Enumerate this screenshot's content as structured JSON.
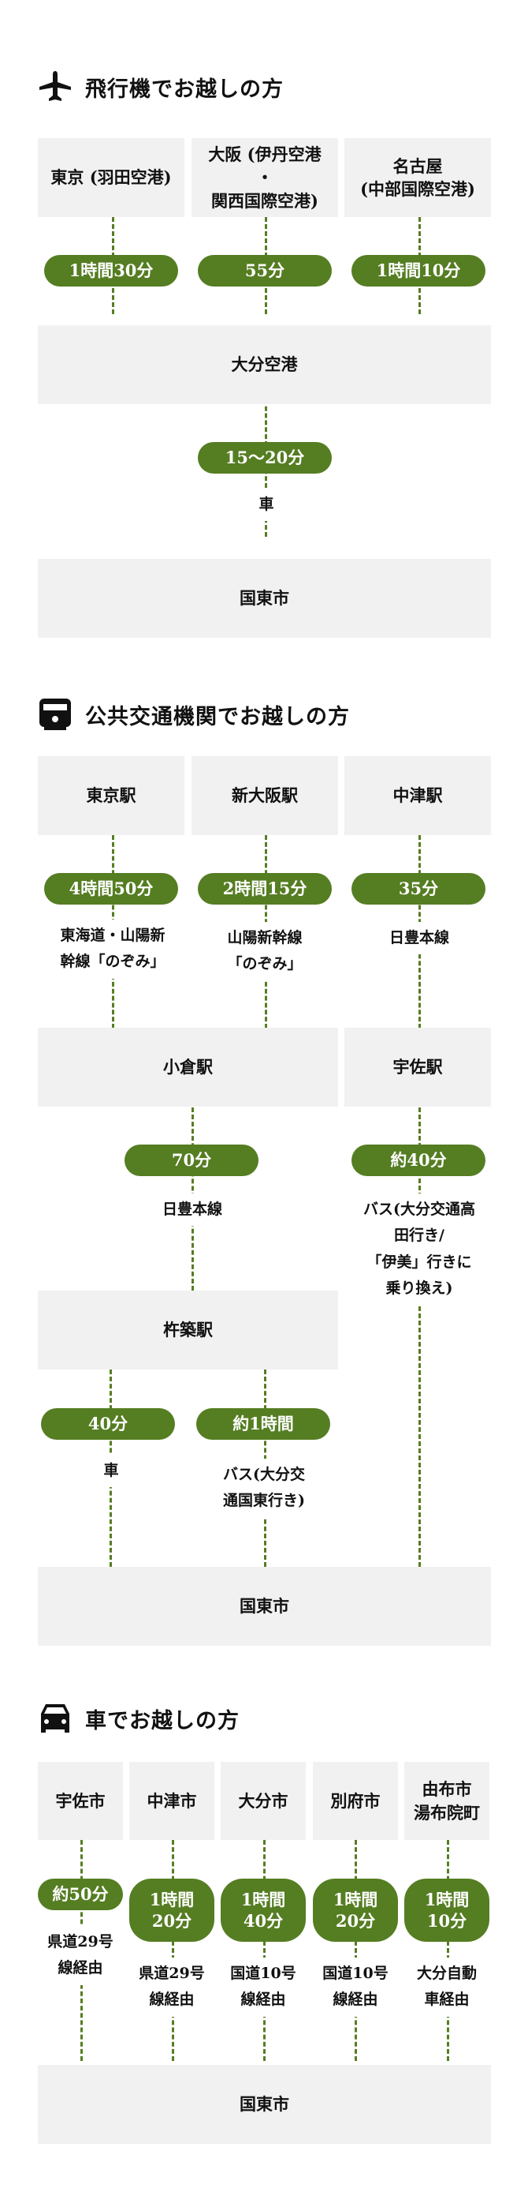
{
  "colors": {
    "accent": "#557d22",
    "box_bg": "#f1f1f1",
    "text": "#111111"
  },
  "airplane": {
    "icon": "airplane-icon",
    "title": "飛行機でお越しの方",
    "origins": [
      {
        "name": "東京 (羽田空港)",
        "duration": "1時間30分"
      },
      {
        "name": "大阪 (伊丹空港\n・\n関西国際空港)",
        "duration": "55分"
      },
      {
        "name": "名古屋\n(中部国際空港)",
        "duration": "1時間10分"
      }
    ],
    "hub": "大分空港",
    "hub_leg": {
      "duration": "15〜20分",
      "mode": "車"
    },
    "destination": "国東市"
  },
  "transit": {
    "icon": "train-icon",
    "title": "公共交通機関でお越しの方",
    "origins": [
      {
        "name": "東京駅",
        "duration": "4時間50分",
        "route": "東海道・山陽新\n幹線「のぞみ」"
      },
      {
        "name": "新大阪駅",
        "duration": "2時間15分",
        "route": "山陽新幹線\n「のぞみ」"
      },
      {
        "name": "中津駅",
        "duration": "35分",
        "route": "日豊本線"
      }
    ],
    "kokura": {
      "name": "小倉駅",
      "duration": "70分",
      "route": "日豊本線"
    },
    "usa": {
      "name": "宇佐駅",
      "duration": "約40分",
      "route": "バス(大分交通高\n田行き/\n「伊美」行きに\n乗り換え)"
    },
    "kitsuki": {
      "name": "杵築駅",
      "legs": [
        {
          "duration": "40分",
          "route": "車"
        },
        {
          "duration": "約1時間",
          "route": "バス(大分交\n通国東行き)"
        }
      ]
    },
    "destination": "国東市"
  },
  "car": {
    "icon": "car-icon",
    "title": "車でお越しの方",
    "origins": [
      {
        "name": "宇佐市",
        "duration": "約50分",
        "route": "県道29号\n線経由"
      },
      {
        "name": "中津市",
        "duration": "1時間\n20分",
        "route": "県道29号\n線経由"
      },
      {
        "name": "大分市",
        "duration": "1時間\n40分",
        "route": "国道10号\n線経由"
      },
      {
        "name": "別府市",
        "duration": "1時間\n20分",
        "route": "国道10号\n線経由"
      },
      {
        "name": "由布市\n湯布院町",
        "duration": "1時間\n10分",
        "route": "大分自動\n車経由"
      }
    ],
    "destination": "国東市"
  }
}
